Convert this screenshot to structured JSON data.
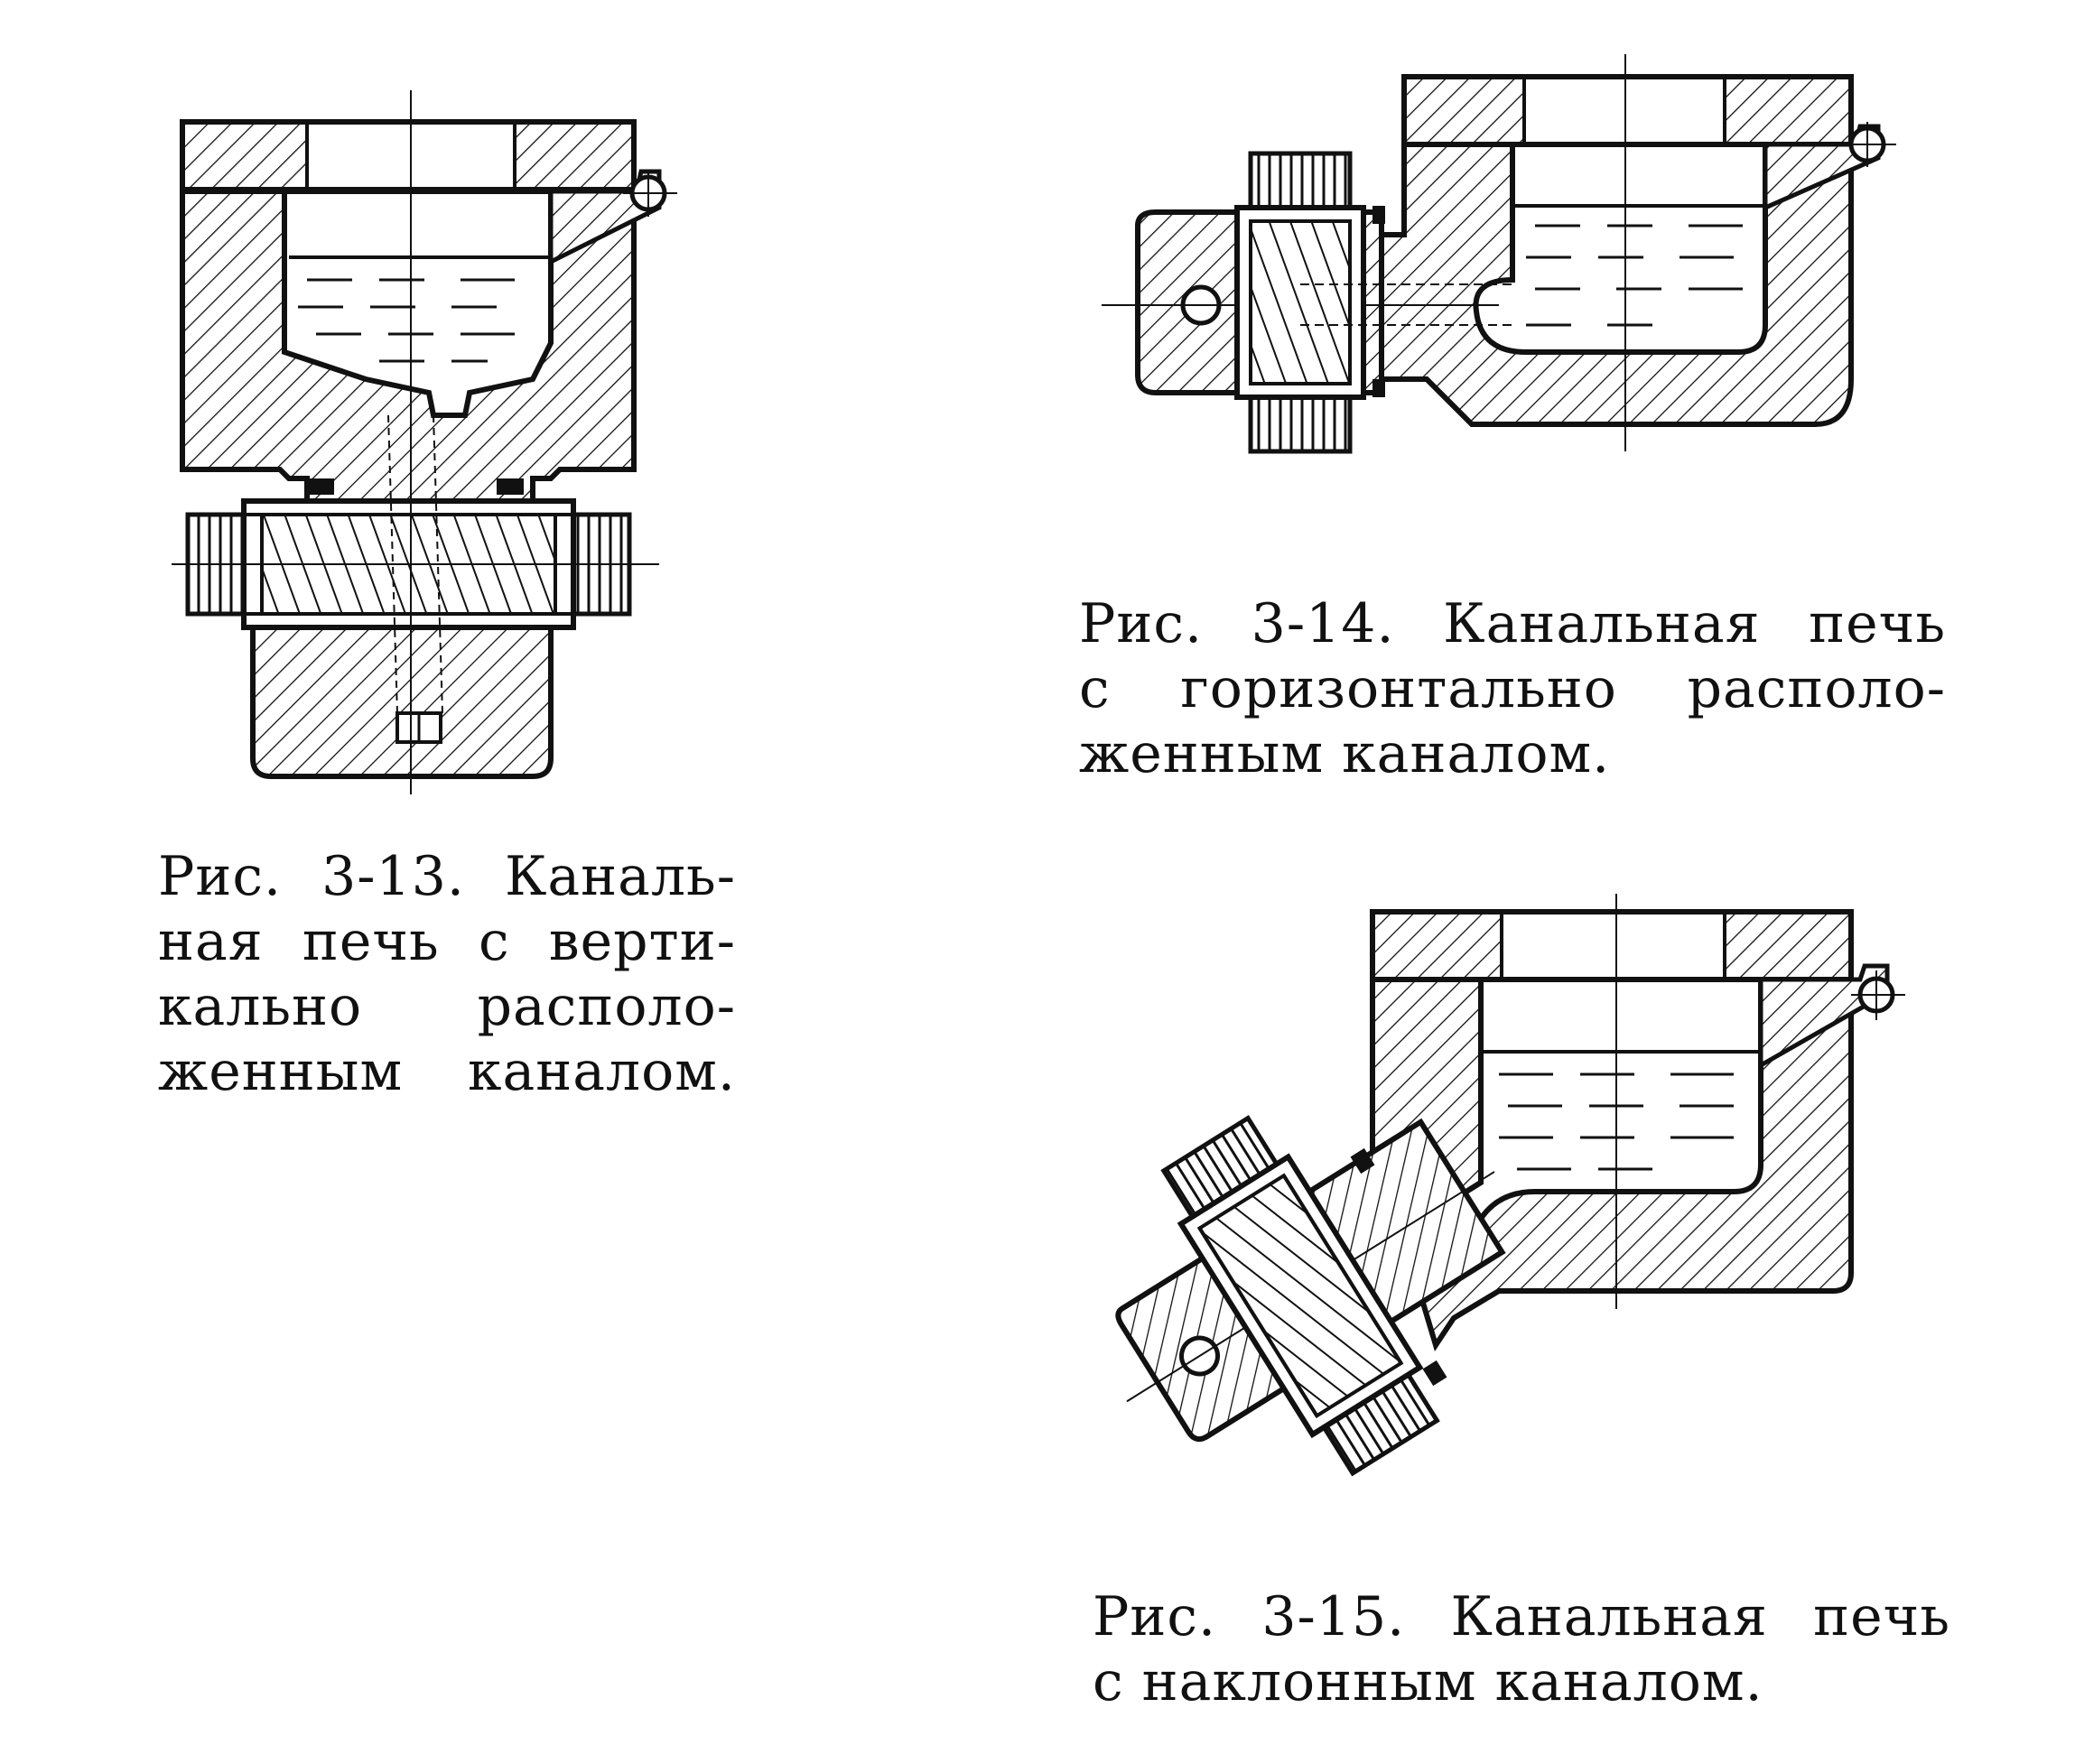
{
  "figures": [
    {
      "id": "fig-3-13",
      "caption_lines": [
        "Рис. 3-13. Каналь-",
        "ная печь с верти-",
        "кально располо-",
        "женным каналом."
      ]
    },
    {
      "id": "fig-3-14",
      "caption_lines": [
        "Рис. 3-14. Канальная печь",
        "с горизонтально располо-",
        "женным каналом."
      ]
    },
    {
      "id": "fig-3-15",
      "caption_lines": [
        "Рис. 3-15. Канальная печь",
        "с наклонным каналом."
      ]
    }
  ],
  "colors": {
    "ink": "#111111",
    "paper": "#ffffff"
  }
}
